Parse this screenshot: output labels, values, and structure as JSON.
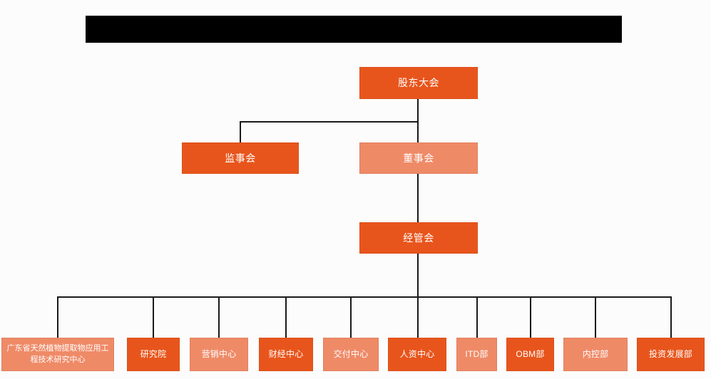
{
  "banner": {
    "label": "redacted-title-bar",
    "color": "#000000"
  },
  "palette": {
    "dark_orange": "#e8551c",
    "light_orange": "#ef8a67",
    "line": "#1a1a1a",
    "background": "#fcfcfc",
    "text": "#ffffff"
  },
  "chart": {
    "type": "org-chart",
    "levels": [
      {
        "level": 1,
        "nodes": [
          {
            "id": "shareholders",
            "label": "股东大会",
            "tone": "dark"
          }
        ]
      },
      {
        "level": 2,
        "nodes": [
          {
            "id": "supervisors",
            "label": "监事会",
            "tone": "dark"
          },
          {
            "id": "directors",
            "label": "董事会",
            "tone": "light"
          }
        ]
      },
      {
        "level": 3,
        "nodes": [
          {
            "id": "management",
            "label": "经管会",
            "tone": "dark"
          }
        ]
      },
      {
        "level": 4,
        "nodes": [
          {
            "id": "research-center",
            "label": "广东省天然植物提取物应用工程技术研究中心",
            "tone": "light"
          },
          {
            "id": "institute",
            "label": "研究院",
            "tone": "dark"
          },
          {
            "id": "marketing-center",
            "label": "营销中心",
            "tone": "light"
          },
          {
            "id": "finance-center",
            "label": "财经中心",
            "tone": "dark"
          },
          {
            "id": "delivery-center",
            "label": "交付中心",
            "tone": "light"
          },
          {
            "id": "hr-center",
            "label": "人资中心",
            "tone": "dark"
          },
          {
            "id": "itd-dept",
            "label": "ITD部",
            "tone": "light"
          },
          {
            "id": "obm-dept",
            "label": "OBM部",
            "tone": "dark"
          },
          {
            "id": "internal-control-dept",
            "label": "内控部",
            "tone": "light"
          },
          {
            "id": "investment-development-dept",
            "label": "投资发展部",
            "tone": "dark"
          }
        ]
      }
    ]
  }
}
